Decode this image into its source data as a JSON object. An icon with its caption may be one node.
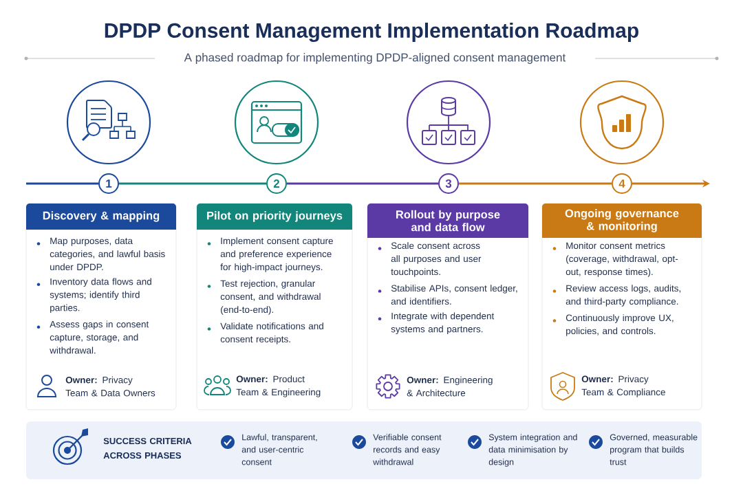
{
  "diagram": {
    "title": "DPDP Consent Management Implementation Roadmap",
    "nodes": [
      {
        "text": [
          "1"
        ]
      },
      {
        "text": [
          "2"
        ]
      },
      {
        "text": [
          "3"
        ]
      },
      {
        "text": [
          "4"
        ]
      },
      {
        "text": [
          "Discovery & mapping",
          "Map purposes, data categories, and lawful basis under DPDP.",
          "Inventory data flows and systems; identify third parties.",
          "Assess gaps in consent capture, storage, and withdrawal.",
          "**Owner:** Privacy Team & Data Owners"
        ]
      },
      {
        "text": [
          "Pilot on priority journeys",
          "Implement consent capture and preference experience for high-impact journeys.",
          "Test rejection, granular consent, and withdrawal (end-to-end).",
          "Validate notifications and consent receipts.",
          "**Owner:** Product Team & Engineering"
        ]
      },
      {
        "text": [
          "Rollout by purpose and data flow",
          "Scale consent across all purposes and user touchpoints.",
          "Stabilise APIs, consent ledger, and identifiers.",
          "Integrate with dependent systems and partners.",
          "**Owner:** Engineering & Architecture"
        ]
      },
      {
        "text": [
          "Ongoing governance & monitoring",
          "Monitor consent metrics (coverage, withdrawal, opt-out, response times).",
          "Review access logs, audits, and third-party compliance.",
          "Continuously improve UX, policies, and controls.",
          "**Owner:** Privacy Team & Compliance"
        ]
      },
      {
        "text": [
          "SUCCESS CRITERIA ACROSS PHASES",
          "Lawful, transparent, and user-centric consent",
          "Verifiable consent records and easy withdrawal",
          "System integration and data minimisation by design",
          "Governed, measurable program that builds trust"
        ]
      }
    ],
    "edges": [
      {
        "from": null,
        "to": 0,
        "arrow": "none",
        "color": "#1b4a9c"
      },
      {
        "from": 0,
        "to": 1,
        "arrow": "none",
        "color": "#12867a"
      },
      {
        "from": 1,
        "to": 2,
        "arrow": "none",
        "color": "#5b3aa6"
      },
      {
        "from": 2,
        "to": 3,
        "arrow": "none",
        "color": "#c97a14"
      },
      {
        "from": 3,
        "to": null,
        "arrow": "to",
        "color": "#c97a14"
      }
    ],
    "labels": [
      "A phased roadmap for implementing DPDP-aligned consent management"
    ]
  }
}
